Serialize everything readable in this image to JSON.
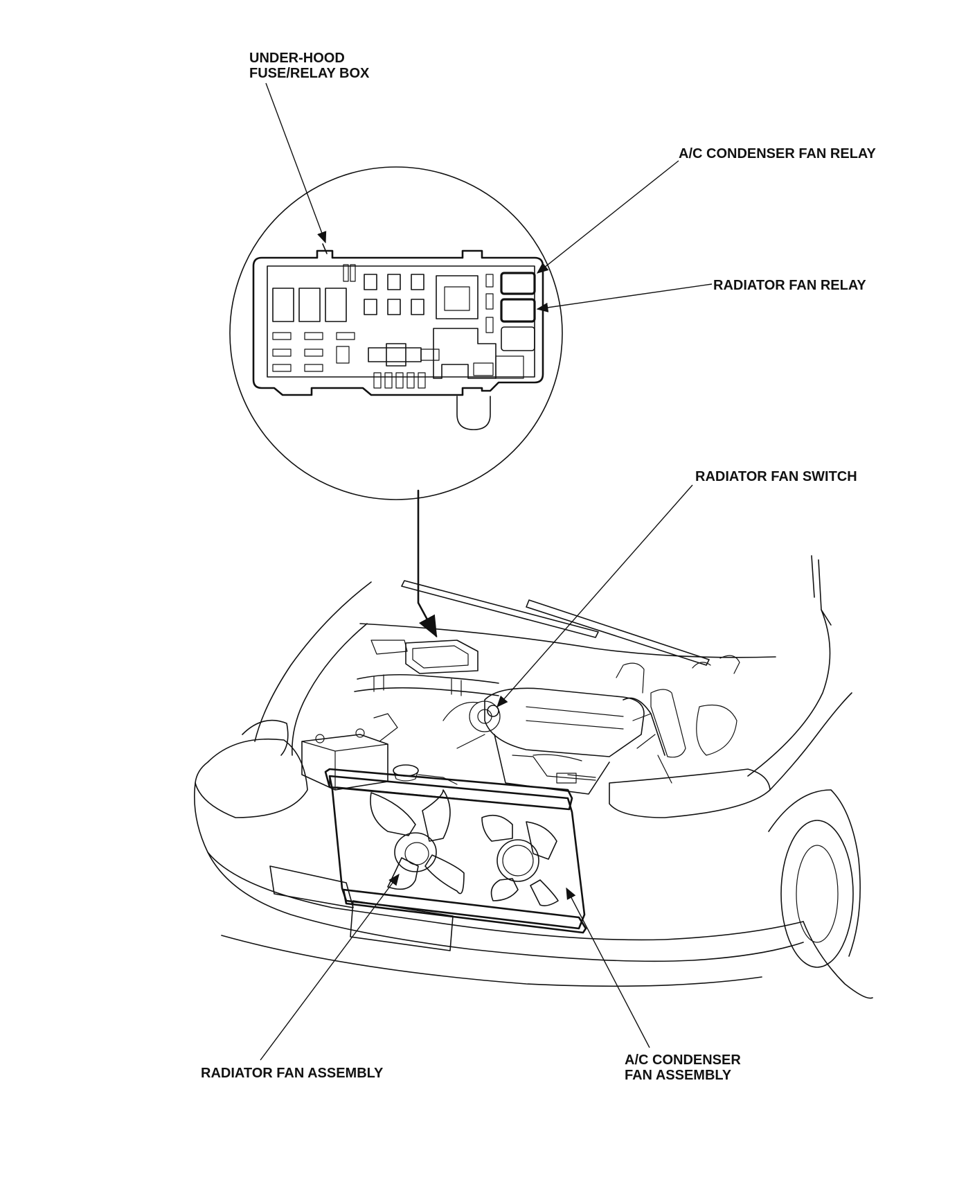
{
  "labels": {
    "fuse_box_line1": "UNDER-HOOD",
    "fuse_box_line2": "FUSE/RELAY BOX",
    "ac_condenser_fan_relay": "A/C CONDENSER FAN RELAY",
    "radiator_fan_relay": "RADIATOR FAN RELAY",
    "radiator_fan_switch": "RADIATOR FAN SWITCH",
    "radiator_fan_assembly": "RADIATOR FAN ASSEMBLY",
    "ac_condenser_fan_assembly_line1": "A/C CONDENSER",
    "ac_condenser_fan_assembly_line2": "FAN ASSEMBLY"
  },
  "colors": {
    "ink": "#111111",
    "paper": "#ffffff"
  }
}
